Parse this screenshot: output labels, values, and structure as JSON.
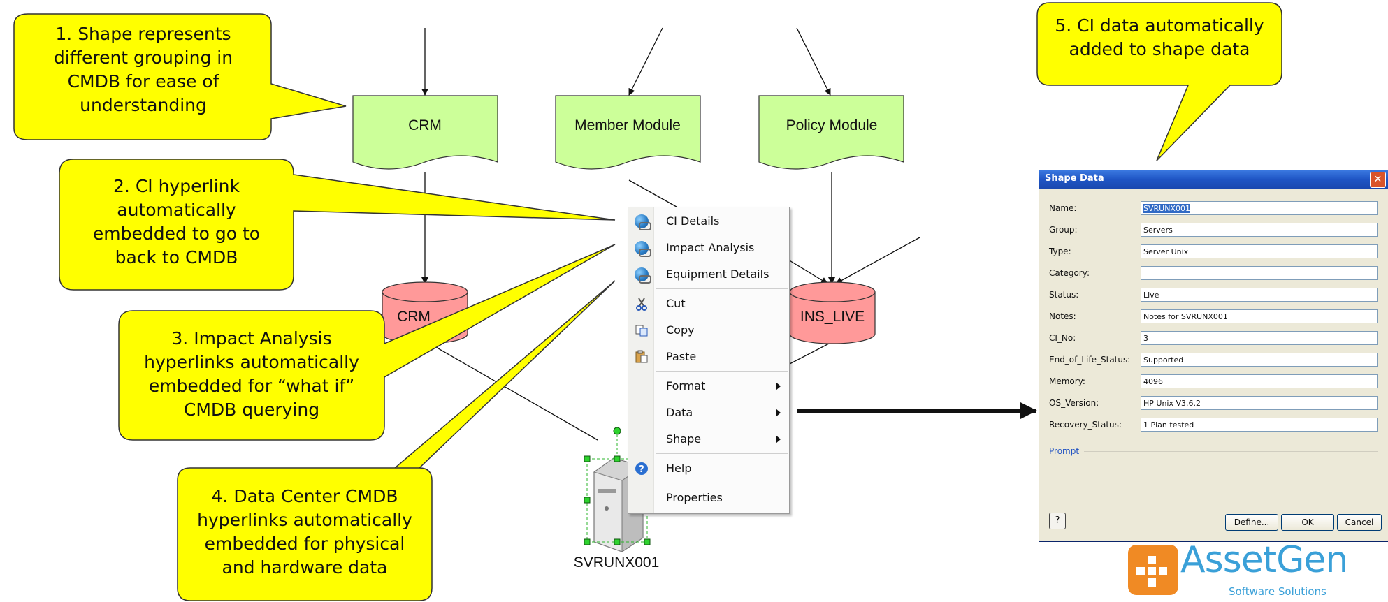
{
  "callouts": {
    "c1": [
      "1. Shape represents",
      "different grouping in",
      "CMDB for ease of",
      "understanding"
    ],
    "c2": [
      "2. CI hyperlink",
      "automatically",
      "embedded to go to",
      "back to CMDB"
    ],
    "c3": [
      "3. Impact Analysis",
      "hyperlinks automatically",
      "embedded for “what if”",
      "CMDB querying"
    ],
    "c4": [
      "4. Data Center CMDB",
      "hyperlinks automatically",
      "embedded for physical",
      "and hardware data"
    ],
    "c5": [
      "5. CI data automatically",
      "added to shape data"
    ]
  },
  "shapes": {
    "crm": "CRM",
    "member_module": "Member Module",
    "policy_module": "Policy Module",
    "crm_db": "CRM",
    "ins_live": "INS_LIVE",
    "server": "SVRUNX001"
  },
  "context_menu": {
    "items": [
      {
        "label": "CI Details",
        "icon": "globe-link-icon"
      },
      {
        "label": "Impact Analysis",
        "icon": "globe-link-icon"
      },
      {
        "label": "Equipment Details",
        "icon": "globe-link-icon"
      },
      {
        "label": "Cut",
        "icon": "scissors-icon"
      },
      {
        "label": "Copy",
        "icon": "copy-icon"
      },
      {
        "label": "Paste",
        "icon": "paste-icon"
      },
      {
        "label": "Format",
        "submenu": true
      },
      {
        "label": "Data",
        "submenu": true
      },
      {
        "label": "Shape",
        "submenu": true
      },
      {
        "label": "Help",
        "icon": "help-icon"
      },
      {
        "label": "Properties"
      }
    ]
  },
  "dialog": {
    "title": "Shape Data",
    "close": "✕",
    "fields": [
      {
        "label": "Name:",
        "value": "SVRUNX001"
      },
      {
        "label": "Group:",
        "value": "Servers"
      },
      {
        "label": "Type:",
        "value": "Server Unix"
      },
      {
        "label": "Category:",
        "value": ""
      },
      {
        "label": "Status:",
        "value": "Live"
      },
      {
        "label": "Notes:",
        "value": "Notes for SVRUNX001"
      },
      {
        "label": "CI_No:",
        "value": "3"
      },
      {
        "label": "End_of_Life_Status:",
        "value": "Supported"
      },
      {
        "label": "Memory:",
        "value": "4096"
      },
      {
        "label": "OS_Version:",
        "value": "HP Unix V3.6.2"
      },
      {
        "label": "Recovery_Status:",
        "value": "1 Plan tested"
      }
    ],
    "prompt": "Prompt",
    "help": "?",
    "define": "Define...",
    "ok": "OK",
    "cancel": "Cancel"
  },
  "logo": {
    "name": "AssetGen",
    "tagline": "Software Solutions"
  },
  "colors": {
    "callout_fill": "#ffff00",
    "document_fill": "#ccff99",
    "database_fill": "#ff9999",
    "dialog_title": "#1f55c4",
    "logo_orange": "#f08a24",
    "logo_blue": "#3aa0d8"
  }
}
